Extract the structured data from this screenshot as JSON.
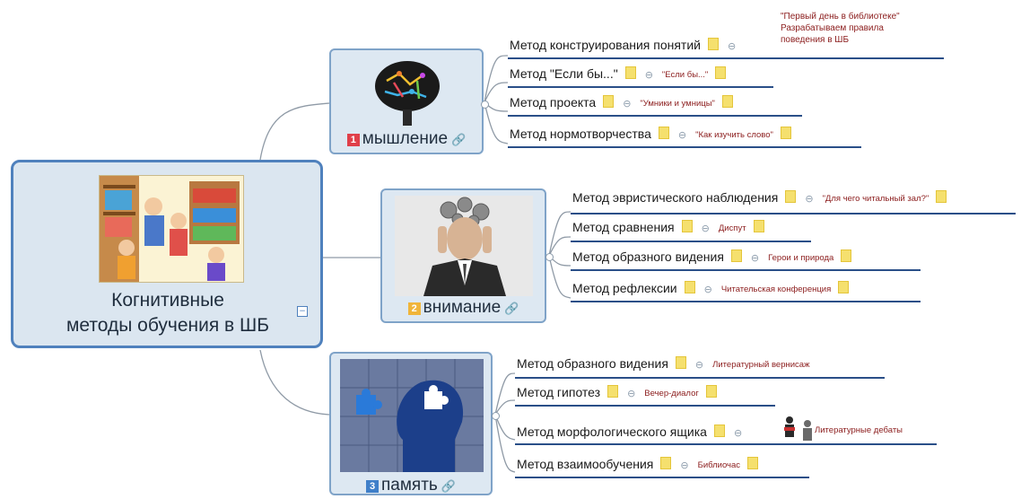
{
  "central": {
    "title_line1": "Когнитивные",
    "title_line2": "методы обучения в ШБ"
  },
  "topics": [
    {
      "number": "1",
      "label": "мышление",
      "badge_color": "#e0404a",
      "branches": [
        {
          "label": "Метод конструирования понятий",
          "note_lines": [
            "\"Первый день в библиотеке\"",
            "Разрабатываем правила",
            "поведения в ШБ"
          ]
        },
        {
          "label": "Метод \"Если бы...\"",
          "note": "\"Если бы...\""
        },
        {
          "label": "Метод проекта",
          "note": "\"Умники и умницы\""
        },
        {
          "label": "Метод нормотворчества",
          "note": "\"Как изучить слово\""
        }
      ]
    },
    {
      "number": "2",
      "label": "внимание",
      "badge_color": "#f0b53a",
      "branches": [
        {
          "label": "Метод эвристического наблюдения",
          "note": "\"Для чего читальный зал?\""
        },
        {
          "label": "Метод сравнения",
          "note": "Диспут"
        },
        {
          "label": "Метод образного видения",
          "note": "Герои и природа"
        },
        {
          "label": "Метод рефлексии",
          "note": "Читательская конференция"
        }
      ]
    },
    {
      "number": "3",
      "label": "память",
      "badge_color": "#3f7fc9",
      "branches": [
        {
          "label": "Метод образного видения",
          "note": "Литературный вернисаж"
        },
        {
          "label": "Метод гипотез",
          "note": "Вечер-диалог"
        },
        {
          "label": "Метод морфологического ящика",
          "note": "Литературные дебаты"
        },
        {
          "label": "Метод взаимообучения",
          "note": "Библиочас"
        }
      ]
    }
  ]
}
